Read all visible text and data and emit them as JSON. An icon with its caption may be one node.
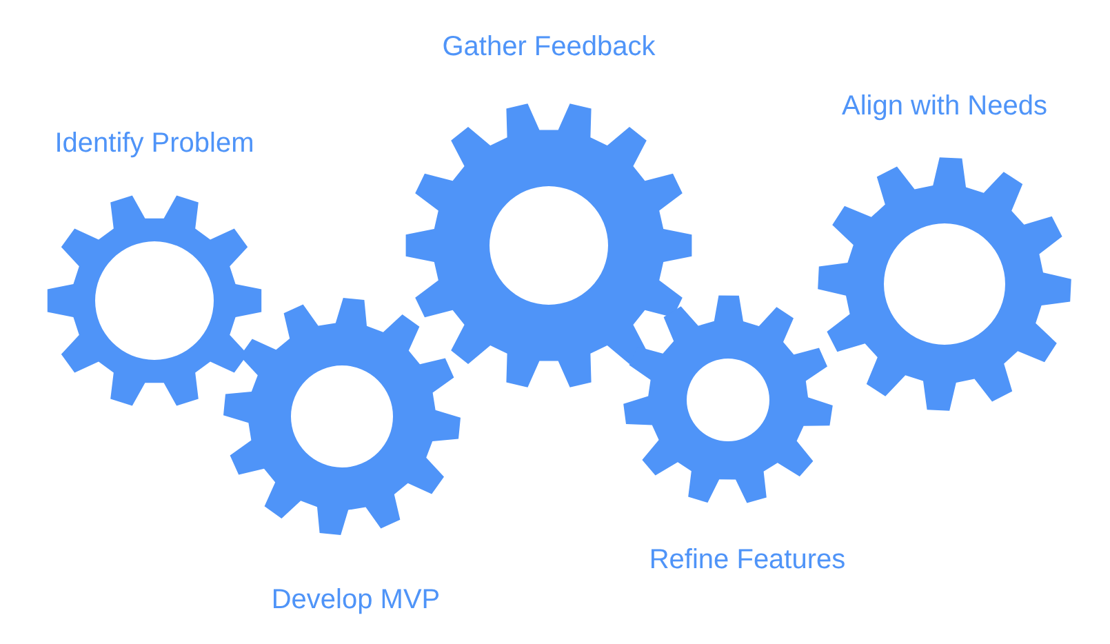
{
  "diagram": {
    "nodes": [
      {
        "text": [
          "Identify Problem"
        ]
      },
      {
        "text": [
          "Develop MVP"
        ]
      },
      {
        "text": [
          "Gather Feedback"
        ]
      },
      {
        "text": [
          "Refine Features"
        ]
      },
      {
        "text": [
          "Align with Needs"
        ]
      }
    ]
  }
}
